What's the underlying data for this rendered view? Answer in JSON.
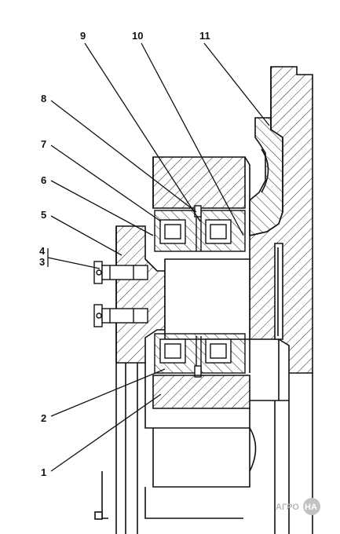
{
  "corner_mark": " ",
  "callouts": [
    {
      "id": "1",
      "label": "1"
    },
    {
      "id": "2",
      "label": "2"
    },
    {
      "id": "3",
      "label": "3"
    },
    {
      "id": "4",
      "label": "4"
    },
    {
      "id": "5",
      "label": "5"
    },
    {
      "id": "6",
      "label": "6"
    },
    {
      "id": "7",
      "label": "7"
    },
    {
      "id": "8",
      "label": "8"
    },
    {
      "id": "9",
      "label": "9"
    },
    {
      "id": "10",
      "label": "10"
    },
    {
      "id": "11",
      "label": "11"
    }
  ],
  "watermark": {
    "brand_a": "АГРО",
    "brand_b": "НА"
  },
  "colors": {
    "line": "#111111",
    "hatch": "#222222",
    "watermark": "#b8b8b8"
  }
}
